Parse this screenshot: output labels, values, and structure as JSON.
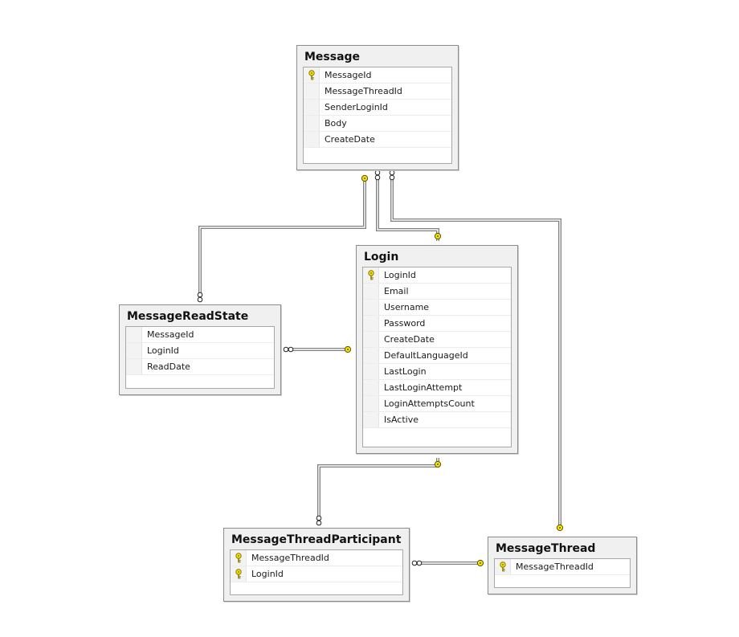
{
  "colors": {
    "background": "#ffffff",
    "table_fill": "#f0f0f0",
    "table_border": "#8c8c8c",
    "column_area": "#ffffff",
    "relationship_line": "#808080",
    "key_icon": "#f5e400"
  },
  "tables": [
    {
      "id": "message",
      "name": "Message",
      "columns": [
        {
          "name": "MessageId",
          "primary_key": true
        },
        {
          "name": "MessageThreadId",
          "primary_key": false
        },
        {
          "name": "SenderLoginId",
          "primary_key": false
        },
        {
          "name": "Body",
          "primary_key": false
        },
        {
          "name": "CreateDate",
          "primary_key": false
        }
      ]
    },
    {
      "id": "login",
      "name": "Login",
      "columns": [
        {
          "name": "LoginId",
          "primary_key": true
        },
        {
          "name": "Email",
          "primary_key": false
        },
        {
          "name": "Username",
          "primary_key": false
        },
        {
          "name": "Password",
          "primary_key": false
        },
        {
          "name": "CreateDate",
          "primary_key": false
        },
        {
          "name": "DefaultLanguageId",
          "primary_key": false
        },
        {
          "name": "LastLogin",
          "primary_key": false
        },
        {
          "name": "LastLoginAttempt",
          "primary_key": false
        },
        {
          "name": "LoginAttemptsCount",
          "primary_key": false
        },
        {
          "name": "IsActive",
          "primary_key": false
        }
      ]
    },
    {
      "id": "messagereadstate",
      "name": "MessageReadState",
      "columns": [
        {
          "name": "MessageId",
          "primary_key": false
        },
        {
          "name": "LoginId",
          "primary_key": false
        },
        {
          "name": "ReadDate",
          "primary_key": false
        }
      ]
    },
    {
      "id": "messagethreadparticipant",
      "name": "MessageThreadParticipant",
      "columns": [
        {
          "name": "MessageThreadId",
          "primary_key": true
        },
        {
          "name": "LoginId",
          "primary_key": true
        }
      ]
    },
    {
      "id": "messagethread",
      "name": "MessageThread",
      "columns": [
        {
          "name": "MessageThreadId",
          "primary_key": true
        }
      ]
    }
  ],
  "relationships": [
    {
      "one": "message",
      "many": "messagereadstate"
    },
    {
      "one": "login",
      "many": "message"
    },
    {
      "one": "messagethread",
      "many": "message"
    },
    {
      "one": "login",
      "many": "messagereadstate"
    },
    {
      "one": "login",
      "many": "messagethreadparticipant"
    },
    {
      "one": "messagethread",
      "many": "messagethreadparticipant"
    }
  ]
}
